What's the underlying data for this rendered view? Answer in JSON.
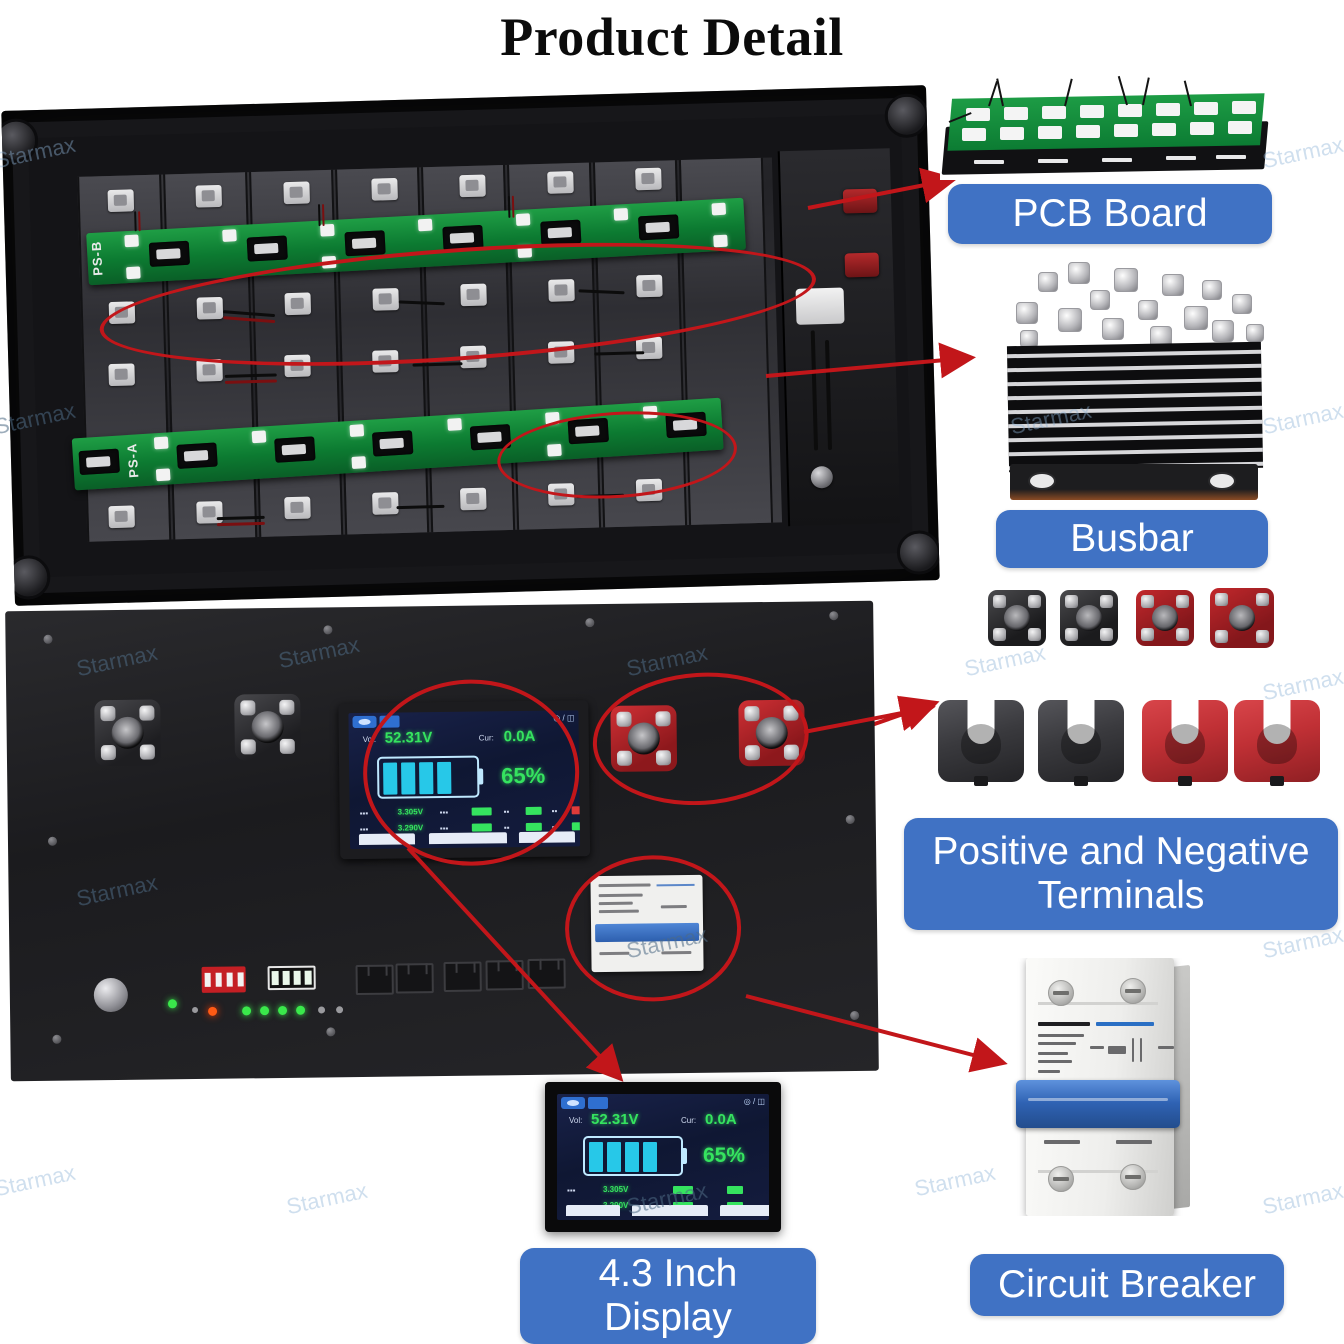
{
  "header": {
    "title": "Product Detail"
  },
  "watermark": {
    "text": "Starmax"
  },
  "theme": {
    "label_bg": "#4072c4",
    "label_text": "#ffffff",
    "annotation_red": "#c2161a",
    "pcb_green": "#1d9c45",
    "terminal_red": "#c2282c",
    "lcd_value_green": "#35e35f",
    "lcd_bar_cyan": "#27c8e8"
  },
  "labels": {
    "pcb_board": "PCB Board",
    "busbar": "Busbar",
    "terminals_line1": "Positive and Negative",
    "terminals_line2": "Terminals",
    "display_line1": "4.3 Inch",
    "display_line2": "Display",
    "circuit_breaker": "Circuit Breaker"
  },
  "battery_pack": {
    "pcb_marking_top": "PS-B",
    "pcb_marking_bottom": "PS-A"
  },
  "display_screen": {
    "voltage_label": "Vol:",
    "voltage_value": "52.31V",
    "current_label": "Cur:",
    "current_value": "0.0A",
    "soc_percent": "65%",
    "battery_segments": 4,
    "battery_segments_total": 6
  }
}
